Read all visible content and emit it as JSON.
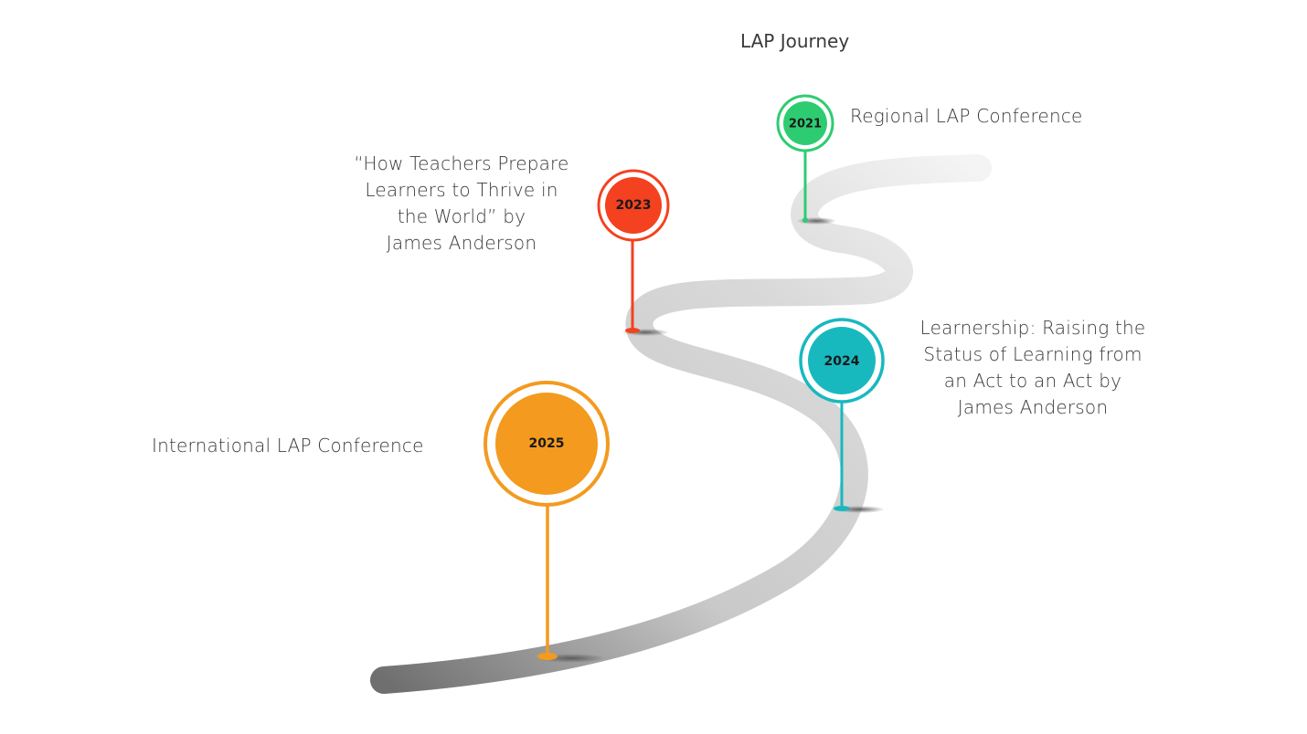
{
  "title": "LAP Journey",
  "milestones": [
    {
      "year": "2021",
      "color": "#2ecc71",
      "lines": [
        "Regional LAP Conference"
      ]
    },
    {
      "year": "2023",
      "color": "#f4411f",
      "lines": [
        "“How Teachers Prepare",
        "Learners to Thrive in",
        "the World” by",
        "James Anderson"
      ]
    },
    {
      "year": "2024",
      "color": "#17b9bf",
      "lines": [
        "Learnership: Raising the",
        "Status of Learning from",
        "an Act to an Act by",
        "James Anderson"
      ]
    },
    {
      "year": "2025",
      "color": "#f39a1f",
      "lines": [
        "International LAP Conference"
      ]
    }
  ],
  "road_color": "#bdbdbd"
}
